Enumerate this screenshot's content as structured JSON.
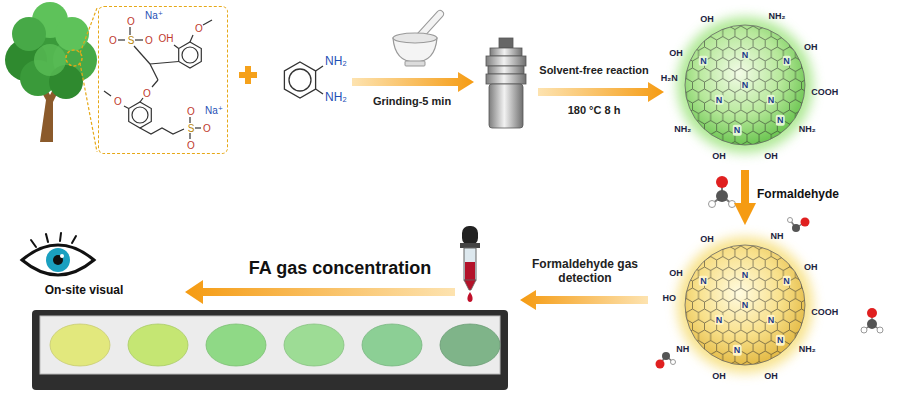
{
  "diagram": {
    "nodes": [
      {
        "text": [
          "Na⁺",
          "O",
          "O",
          "S",
          "O",
          "OH",
          "O",
          "O",
          "O",
          "O",
          "S",
          "O",
          "O",
          "Na⁺"
        ]
      },
      {
        "text": [
          "OH",
          "NH₂",
          "OH",
          "COOH",
          "NH₂",
          "OH",
          "OH",
          "NH₂",
          "H₂N",
          "OH",
          "N",
          "N",
          "N",
          "N",
          "N",
          "N",
          "N",
          "N"
        ]
      },
      {
        "text": [
          "OH",
          "NH",
          "OH",
          "COOH",
          "NH₂",
          "OH",
          "OH",
          "NH",
          "HO",
          "OH",
          "N",
          "N",
          "N",
          "N",
          "N",
          "N",
          "N",
          "N"
        ]
      }
    ],
    "edges": [
      {
        "from": 1,
        "to": 2,
        "arrow": "to",
        "label": "Formaldehyde"
      }
    ],
    "labels": [
      "NH₂",
      "NH₂",
      "Grinding-5 min",
      "Solvent-free reaction",
      "180 °C 8 h",
      "Formaldehyde gas detection",
      "FA gas concentration",
      "On-site visual"
    ]
  }
}
